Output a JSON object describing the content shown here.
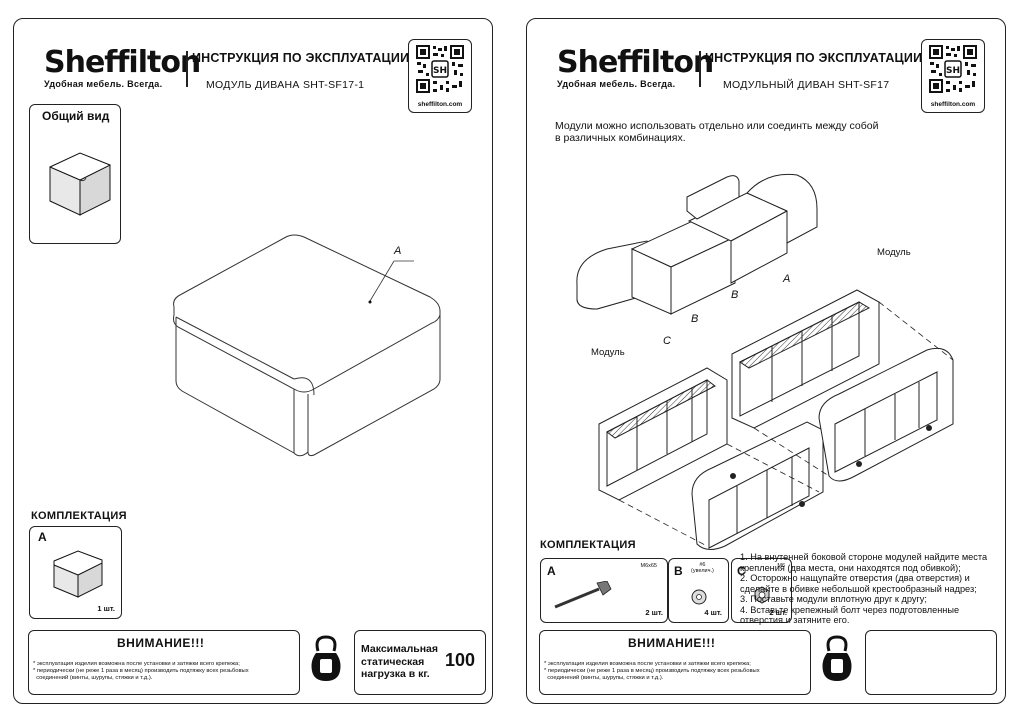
{
  "brand": {
    "name": "Sheffilton",
    "tagline": "Удобная мебель. Всегда.",
    "website": "sheffilton.com",
    "qr_badge": "SH"
  },
  "left": {
    "title": "ИНСТРУКЦИЯ ПО ЭКСПЛУАТАЦИИ",
    "subtitle": "МОДУЛЬ ДИВАНА SHT-SF17-1",
    "overview_label": "Общий вид",
    "part_marker": "А",
    "kit_title": "КОМПЛЕКТАЦИЯ",
    "kit_item": {
      "letter": "А",
      "qty": "1 шт."
    },
    "warning": {
      "title": "ВНИМАНИЕ!!!",
      "text": "* эксплуатация изделия возможна после установки и затяжки всего крепежа;\n* периодически (не реже 1 раза в месяц) производить подтяжку всех резьбовых\n  соединений (винты, шурупы, стяжки и т.д.)."
    },
    "load": {
      "label_line1": "Максимальная",
      "label_line2": "статическая",
      "label_line3": "нагрузка в кг.",
      "value": "100"
    }
  },
  "right": {
    "title": "ИНСТРУКЦИЯ ПО ЭКСПЛУАТАЦИИ",
    "subtitle": "МОДУЛЬНЫЙ ДИВАН SHT-SF17",
    "intro_line1": "Модули можно использовать отдельно или соединть между собой",
    "intro_line2": "в различных комбинациях.",
    "labels": {
      "module_top": "Модуль",
      "module_left": "Модуль",
      "a": "А",
      "b1": "В",
      "b2": "В",
      "c": "С"
    },
    "kit_title": "КОМПЛЕКТАЦИЯ",
    "kit_items": [
      {
        "letter": "A",
        "spec": "M6x65",
        "qty": "2 шт."
      },
      {
        "letter": "B",
        "spec": "#6\n(увелич.)",
        "qty": "4 шт."
      },
      {
        "letter": "C",
        "spec": "M6",
        "qty": "2 шт."
      }
    ],
    "steps": [
      "1. На внутенней боковой стороне модулей найдите места",
      "   крепления (два места, они находятся под обивкой);",
      "2. Осторожно нащупайте отверстия (два отверстия) и",
      "   сделайте в обивке небольшой крестообразный надрез;",
      "3. Поставьте модули вплотную друг к другу;",
      "4. Вставьте крепежный болт через подготовленные",
      "   отверстия и затяните его."
    ],
    "warning": {
      "title": "ВНИМАНИЕ!!!",
      "text": "* эксплуатация изделия возможна после установки и затяжки всего крепежа;\n* периодически (не реже 1 раза в месяц) производить подтяжку всех резьбовых\n  соединений (винты, шурупы, стяжки и т.д.)."
    }
  }
}
